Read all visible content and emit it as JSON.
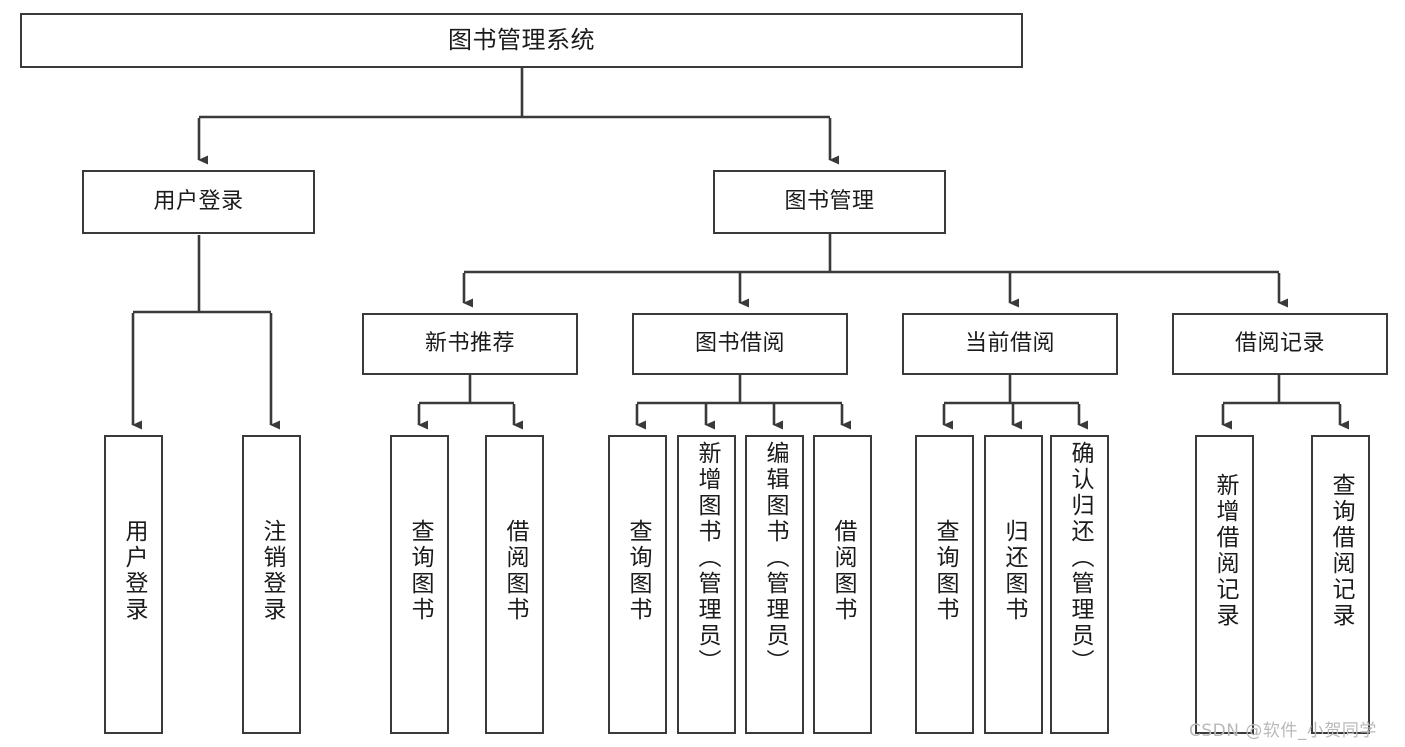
{
  "diagram": {
    "type": "tree-hierarchy",
    "title": "图书管理系统",
    "watermark": "CSDN @软件_小贺同学",
    "colors": {
      "stroke": "#3a3a3a",
      "fill": "#ffffff",
      "text": "#1b1b1b",
      "watermark": "#b9b9b9"
    },
    "nodes": {
      "root": {
        "label": "图书管理系统"
      },
      "level1": [
        {
          "label": "用户登录"
        },
        {
          "label": "图书管理"
        }
      ],
      "level2": [
        {
          "label": "新书推荐"
        },
        {
          "label": "图书借阅"
        },
        {
          "label": "当前借阅"
        },
        {
          "label": "借阅记录"
        }
      ],
      "leaves_user_login": [
        {
          "label": "用户登录"
        },
        {
          "label": "注销登录"
        }
      ],
      "leaves_new_book": [
        {
          "label": "查询图书"
        },
        {
          "label": "借阅图书"
        }
      ],
      "leaves_borrow": [
        {
          "label": "查询图书"
        },
        {
          "label": "新增图书（管理员）"
        },
        {
          "label": "编辑图书（管理员）"
        },
        {
          "label": "借阅图书"
        }
      ],
      "leaves_current": [
        {
          "label": "查询图书"
        },
        {
          "label": "归还图书"
        },
        {
          "label": "确认归还（管理员）"
        }
      ],
      "leaves_records": [
        {
          "label": "新增借阅记录"
        },
        {
          "label": "查询借阅记录"
        }
      ]
    }
  }
}
